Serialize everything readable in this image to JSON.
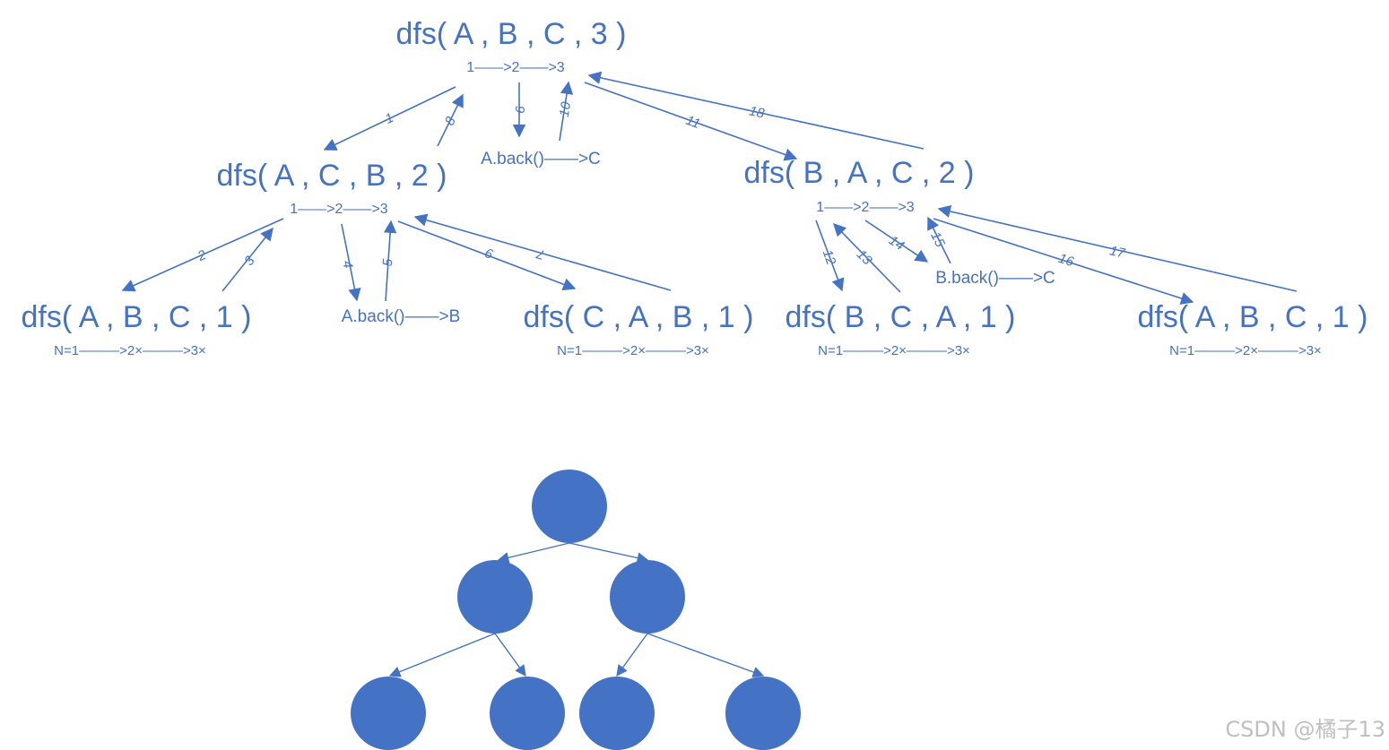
{
  "calls": [
    {
      "id": "root",
      "text": "dfs( A , B , C , 3 )",
      "seq": "1——>2——>3"
    },
    {
      "id": "acb2",
      "text": "dfs( A , C , B , 2 )",
      "seq": "1——>2——>3"
    },
    {
      "id": "bac2",
      "text": "dfs( B , A , C , 2 )",
      "seq": "1——>2——>3"
    },
    {
      "id": "abc1a",
      "text": "dfs( A , B , C , 1 )",
      "seq": "N=1———>2×———>3×"
    },
    {
      "id": "cab1",
      "text": "dfs( C , A , B , 1 )",
      "seq": "N=1———>2×———>3×"
    },
    {
      "id": "bca1",
      "text": "dfs( B , C , A , 1 )",
      "seq": "N=1———>2×———>3×"
    },
    {
      "id": "abc1b",
      "text": "dfs( A , B , C , 1 )",
      "seq": "N=1———>2×———>3×"
    }
  ],
  "moves": [
    {
      "id": "move_ac",
      "text": "A.back()——>C"
    },
    {
      "id": "move_ab",
      "text": "A.back()——>B"
    },
    {
      "id": "move_bc",
      "text": "B.back()——>C"
    }
  ],
  "edge_labels": [
    "1",
    "2",
    "3",
    "4",
    "5",
    "6",
    "7",
    "8",
    "9",
    "10",
    "11",
    "12",
    "13",
    "14",
    "15",
    "16",
    "17",
    "18"
  ],
  "tree": {
    "levels": [
      1,
      2,
      4
    ],
    "color": "#4472c4"
  },
  "watermark": "CSDN @橘子13",
  "colors": {
    "accent": "#4472c4",
    "watermark": "#bfbfbf",
    "background": "#ffffff"
  }
}
